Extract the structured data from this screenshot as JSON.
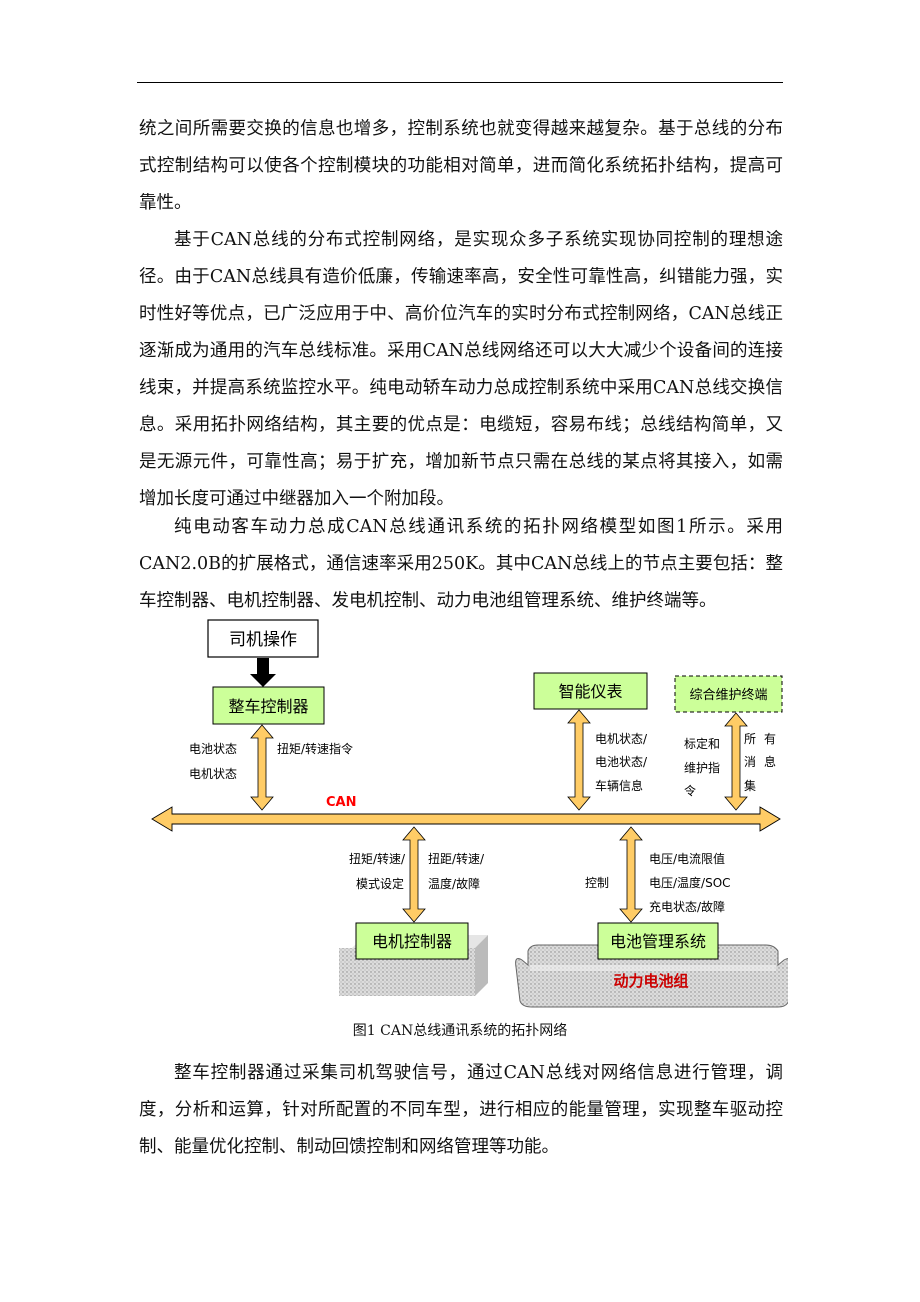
{
  "paragraphs": {
    "p1": "统之间所需要交换的信息也增多，控制系统也就变得越来越复杂。基于总线的分布式控制结构可以使各个控制模块的功能相对简单，进而简化系统拓扑结构，提高可靠性。",
    "p2": "基于CAN总线的分布式控制网络，是实现众多子系统实现协同控制的理想途径。由于CAN总线具有造价低廉，传输速率高，安全性可靠性高，纠错能力强，实时性好等优点，已广泛应用于中、高价位汽车的实时分布式控制网络，CAN总线正逐渐成为通用的汽车总线标准。采用CAN总线网络还可以大大减少个设备间的连接线束，并提高系统监控水平。纯电动轿车动力总成控制系统中采用CAN总线交换信息。采用拓扑网络结构，其主要的优点是：电缆短，容易布线；总线结构简单，又是无源元件，可靠性高；易于扩充，增加新节点只需在总线的某点将其接入，如需增加长度可通过中继器加入一个附加段。",
    "p3": "纯电动客车动力总成CAN总线通讯系统的拓扑网络模型如图1所示。采用CAN2.0B的扩展格式，通信速率采用250K。其中CAN总线上的节点主要包括：整车控制器、电机控制器、发电机控制、动力电池组管理系统、维护终端等。",
    "p4": "整车控制器通过采集司机驾驶信号，通过CAN总线对网络信息进行管理，调度，分析和运算，针对所配置的不同车型，进行相应的能量管理，实现整车驱动控制、能量优化控制、制动回馈控制和网络管理等功能。"
  },
  "diagram": {
    "driver_box": "司机操作",
    "vcu_box": "整车控制器",
    "dashboard_box": "智能仪表",
    "maintenance_box": "综合维护终端",
    "bus_label": "CAN",
    "motor_box": "电机控制器",
    "bms_box": "电池管理系统",
    "battery_pack": "动力电池组",
    "vcu_left": [
      "电池状态",
      "电机状态"
    ],
    "vcu_right": "扭矩/转速指令",
    "dash_info": [
      "电机状态/",
      "电池状态/",
      "车辆信息"
    ],
    "maint_left": [
      "标定和",
      "维护指",
      "令"
    ],
    "maint_right": [
      "所",
      "有",
      "消",
      "息",
      "集"
    ],
    "motor_left": [
      "扭矩/转速/",
      "模式设定"
    ],
    "motor_right": [
      "扭距/转速/",
      "温度/故障"
    ],
    "bms_left": "控制",
    "bms_right": [
      "电压/电流限值",
      "电压/温度/SOC",
      "充电状态/故障"
    ],
    "colors": {
      "box_green": "#ccff99",
      "arrow_fill": "#ffcc66",
      "bus_label": "#ff0000",
      "battery_label": "#cc0000"
    }
  },
  "caption": "图1 CAN总线通讯系统的拓扑网络"
}
